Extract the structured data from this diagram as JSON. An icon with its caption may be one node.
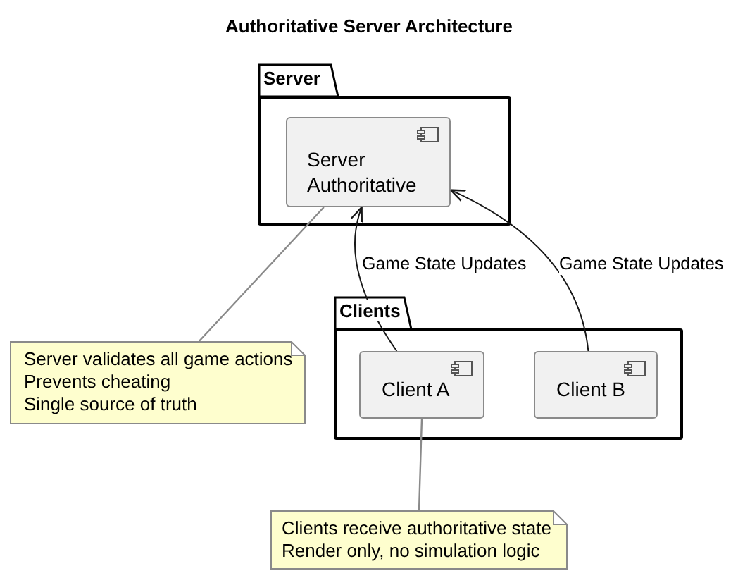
{
  "diagram": {
    "title": "Authoritative Server Architecture",
    "nodes": [
      {
        "text": [
          "Server"
        ]
      },
      {
        "text": [
          "Server Authoritative"
        ],
        "in": 0
      },
      {
        "text": [
          "Clients"
        ]
      },
      {
        "text": [
          "Client A"
        ],
        "in": 2
      },
      {
        "text": [
          "Client B"
        ],
        "in": 2
      },
      {
        "text": [
          "Server validates all game actions",
          "Prevents cheating",
          "Single source of truth"
        ]
      },
      {
        "text": [
          "Clients receive authoritative state",
          "Render only, no simulation logic"
        ]
      }
    ],
    "edges": [
      {
        "from": 3,
        "to": 1,
        "arrow": "to",
        "label": "Game State Updates"
      },
      {
        "from": 4,
        "to": 1,
        "arrow": "to",
        "label": "Game State Updates"
      },
      {
        "from": 5,
        "to": 1,
        "arrow": "none",
        "color": "#8a8a8a"
      },
      {
        "from": 6,
        "to": 3,
        "arrow": "none",
        "color": "#8a8a8a"
      }
    ]
  }
}
